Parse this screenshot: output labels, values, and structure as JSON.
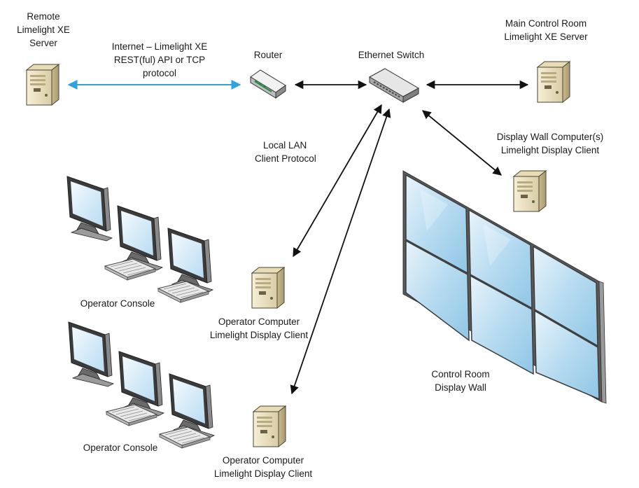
{
  "labels": {
    "remote_server": [
      "Remote",
      "Limelight XE",
      "Server"
    ],
    "internet_link": [
      "Internet – Limelight XE",
      "REST(ful) API or TCP",
      "protocol"
    ],
    "router": [
      "Router"
    ],
    "ethernet_switch": [
      "Ethernet Switch"
    ],
    "main_server": [
      "Main Control Room",
      "Limelight XE Server"
    ],
    "display_wall_computer": [
      "Display Wall Computer(s)",
      "Limelight Display Client"
    ],
    "local_lan": [
      "Local LAN",
      "Client Protocol"
    ],
    "operator_console_1": [
      "Operator Console"
    ],
    "operator_computer_1": [
      "Operator Computer",
      "Limelight Display Client"
    ],
    "operator_console_2": [
      "Operator Console"
    ],
    "operator_computer_2": [
      "Operator Computer",
      "Limelight Display Client"
    ],
    "display_wall": [
      "Control Room",
      "Display Wall"
    ]
  },
  "colors": {
    "internet_arrow": "#2ea3e0",
    "lan_arrow": "#111111",
    "server_body": "#efe6c8",
    "screen": "#c9e4f5",
    "wall_glass": "#b9ddf2"
  },
  "icons": [
    "server-icon",
    "router-icon",
    "switch-icon",
    "console-icon",
    "display-wall-icon"
  ]
}
